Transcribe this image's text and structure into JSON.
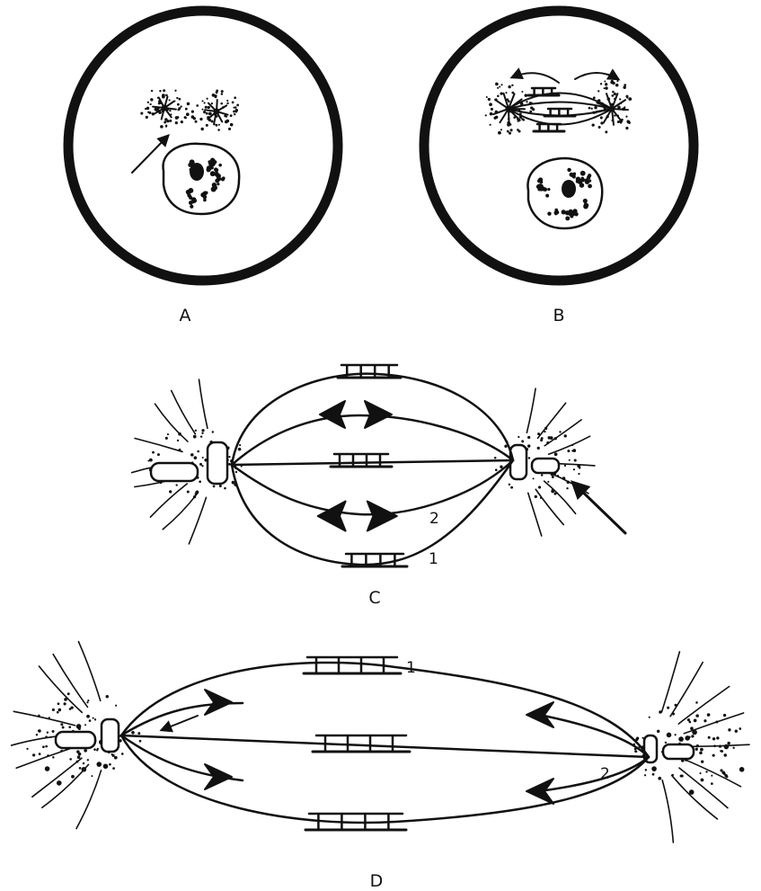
{
  "panels": [
    {
      "id": "A",
      "label": "A"
    },
    {
      "id": "B",
      "label": "B"
    },
    {
      "id": "C",
      "label": "C",
      "annotations": [
        "2",
        "1"
      ]
    },
    {
      "id": "D",
      "label": "D",
      "annotations": [
        "1",
        "2"
      ]
    }
  ],
  "colors": {
    "ink": "#111111",
    "background": "#ffffff"
  }
}
